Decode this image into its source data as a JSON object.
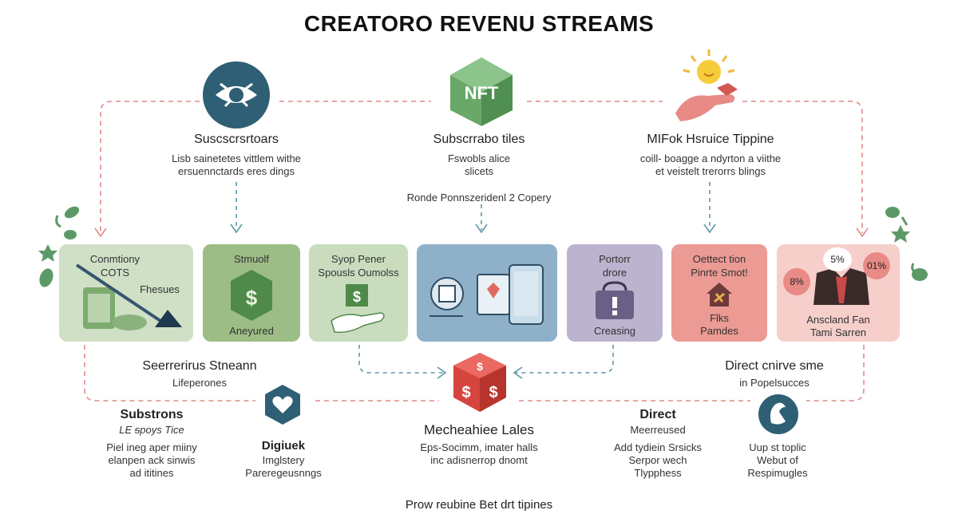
{
  "title": "CREATORO REVENU STREAMS",
  "top": {
    "left": {
      "heading": "Suscscrsrtoars",
      "desc_1": "Lisb sainetetes vittlem withe",
      "desc_2": "ersuennctards eres dings"
    },
    "center": {
      "icon_label": "NFT",
      "heading": "Subscrrabo tiles",
      "desc_1": "Fswobls alice",
      "desc_2": "slicets",
      "note": "Ronde Ponnszeridenl 2 Copery"
    },
    "right": {
      "heading": "MIFok Hsruice Tippine",
      "desc_1": "coill- boagge a ndyrton a viithe",
      "desc_2": "et veistelt trerorrs blings"
    }
  },
  "cards": [
    {
      "lines": [
        "Conmtiony",
        "COTS"
      ],
      "sub": "Fhesues",
      "color": "#cfe0c6"
    },
    {
      "lines": [
        "Stmuolf"
      ],
      "sub": "Aneyured",
      "color": "#9dbd86"
    },
    {
      "lines": [
        "Syop Pener",
        "Spousls Oumolss"
      ],
      "sub": "",
      "color": "#c9ddbe"
    },
    {
      "lines": [],
      "sub": "",
      "color": "#8fb0c9"
    },
    {
      "lines": [
        "Portorr",
        "drore"
      ],
      "sub": "Creasing",
      "color": "#bcb3cf"
    },
    {
      "lines": [
        "Oettect tion",
        "Pinrte Smot!"
      ],
      "sub_1": "Flks",
      "sub_2": "Pamdes",
      "color": "#ec9a94"
    },
    {
      "badge_1": "5%",
      "badge_2": "01%",
      "badge_3": "8%",
      "sub_1": "Anscland Fan",
      "sub_2": "Tami Sarren",
      "color": "#f6cfcb"
    }
  ],
  "lower": {
    "left_heading": "Seerrerirus Stneann",
    "left_sub": "Lifeperones",
    "right_heading": "Direct cnirve sme",
    "right_sub": "in Popelsucces"
  },
  "bottom": {
    "col1": {
      "heading": "Substrons",
      "italic": "LE ᵴpoys Tice",
      "lines": [
        "Piel ineg aper miiny",
        "elanpen ack sinwis",
        "ad ititines"
      ]
    },
    "col2": {
      "heading": "Digiuek",
      "lines": [
        "Imglstery",
        "Pareregeusnngs"
      ]
    },
    "col3": {
      "heading": "Mecheahiee Lales",
      "lines": [
        "Eps-Socimm, imater halls",
        "inc adisnerrop dnomt"
      ]
    },
    "col4": {
      "heading": "Direct",
      "lines": [
        "Meerreused",
        "Add tydiein Srsicks",
        "Serpor wech",
        "Tlypphess"
      ]
    },
    "col5": {
      "lines": [
        "Uup st toplic",
        "Webut of",
        "Respimugles"
      ]
    }
  },
  "footer": "Prow reubine Bet drt tipines",
  "colors": {
    "dash_red": "#e08a86",
    "dash_teal": "#5a9aa6",
    "nft_green": "#6aa86a",
    "eye_blue": "#2f5f75"
  }
}
